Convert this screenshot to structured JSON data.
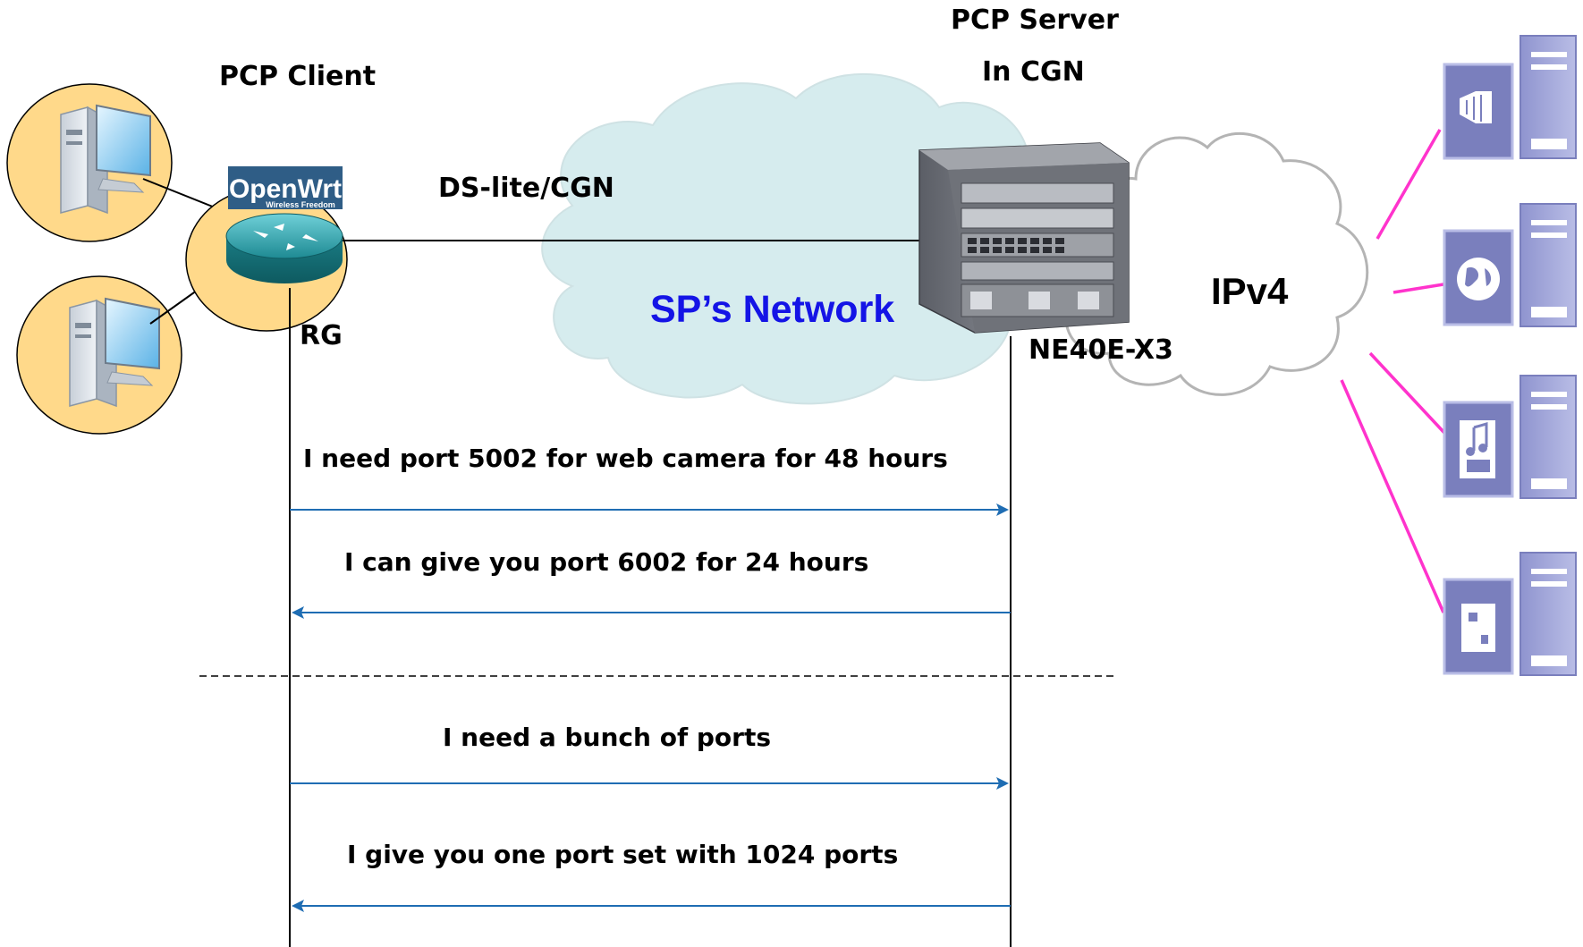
{
  "labels": {
    "pcp_client": "PCP Client",
    "pcp_server_line1": "PCP Server",
    "pcp_server_line2": "In CGN",
    "ds_lite": "DS-lite/CGN",
    "sp_network": "SP’s Network",
    "ipv4": "IPv4",
    "rg": "RG",
    "ne40e": "NE40E-X3",
    "openwrt_logo": "OpenWrt",
    "openwrt_tagline": "Wireless Freedom"
  },
  "messages": [
    {
      "text": "I need port 5002 for web camera for 48 hours",
      "direction": "to-server"
    },
    {
      "text": "I can give you port 6002 for 24 hours",
      "direction": "to-client"
    },
    {
      "text": "I need a bunch of ports",
      "direction": "to-server"
    },
    {
      "text": "I give you one port set with 1024 ports",
      "direction": "to-client"
    }
  ],
  "servers": [
    {
      "icon": "video-server-icon"
    },
    {
      "icon": "web-server-icon"
    },
    {
      "icon": "music-server-icon"
    },
    {
      "icon": "generic-server-icon"
    }
  ],
  "colors": {
    "arrow": "#1f6db3",
    "server_link": "#ff33cc",
    "sp_network_text": "#1414e6",
    "sp_cloud_fill": "#d6ecee",
    "client_circle": "#ffd98a",
    "router": "#1e8a93",
    "server_panel": "#7a7fbd"
  }
}
